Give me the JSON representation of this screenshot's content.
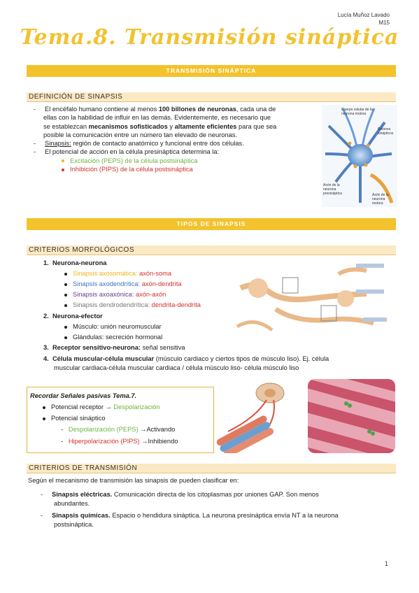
{
  "header": {
    "author": "Lucía Muñoz Lavado",
    "group": "M15"
  },
  "title": "Tema.8. Transmisión sináptica",
  "banner1": "TRANSMISIÓN SINÁPTICA",
  "def": {
    "heading": "DEFINICIÓN DE SINAPSIS",
    "p1": [
      "El encéfalo humano contiene al menos ",
      "100 billones de neuronas",
      ", cada una de"
    ],
    "p1b": "ellas con la habilidad de influir en las demás. Evidentemente, es necesario que",
    "p1c": [
      "se establezcan ",
      "mecanismos sofisticados",
      " y ",
      "altamente eficientes",
      " para que sea"
    ],
    "p1d": "posible la comunicación entre un número tan elevado de neuronas.",
    "p2": [
      "Sinapsis:",
      " región de contacto anatómico y funcional entre dos células."
    ],
    "p3": "El potencial de acción en la célula presináptica determina la:",
    "b1": "Excitación (PEPS) de la célula postsináptica",
    "b2": "Inhibición (PIPS) de la célula postsináptica",
    "img_labels": {
      "l1": "Cuerpo celular de la neurona motora",
      "l2": "Botones sinápticos",
      "l3": "Axón de la neurona presináptica",
      "l4": "Axón de la neurona motora"
    }
  },
  "banner2": "TIPOS DE SINAPSIS",
  "morf": {
    "heading": "CRITERIOS MORFOLÓGICOS",
    "n1": "1.",
    "t1": "Neurona-neurona",
    "s1a": "Sinapsis axosomática: ",
    "s1b": "axón-soma",
    "s2a": "Sinapsis axodendrítica: ",
    "s2b": "axón-dendrita",
    "s3a": "Sinapsis axoaxónica: ",
    "s3b": "axón-axón",
    "s4a": "Sinapsis dendrodendrítica: ",
    "s4b": "dendrita-dendrita",
    "n2": "2.",
    "t2": "Neurona-efector",
    "e1": "Músculo: unión neuromuscular",
    "e2": "Glándulas: secreción hormonal",
    "n3": "3.",
    "t3": "Receptor sensitivo-neurona:",
    "t3b": " señal sensitiva",
    "n4": "4.",
    "t4": "Célula muscular-célula muscular",
    "t4b": " (músculo cardiaco y ciertos tipos de músculo liso). Ej. célula",
    "t4c": "muscular cardiaca-célula muscular cardiaca / célula músculo liso- célula músculo liso"
  },
  "recordar": {
    "title": "Recordar Señales pasivas Tema.7.",
    "r1a": "Potencial receptor → ",
    "r1b": "Despolarización",
    "r2": "Potencial sináptico",
    "r3a": "Despolarización (PEPS) ",
    "r3b": "→Activando",
    "r4a": "Hiperpolarización (PIPS) ",
    "r4b": "→Inhibiendo"
  },
  "trans": {
    "heading": "CRITERIOS DE TRANSMISIÓN",
    "intro": "Según el mecanismo de transmisión las sinapsis de pueden clasificar en:",
    "e1a": "Sinapsis eléctricas.",
    "e1b": " Comunicación directa de los citoplasmas por uniones GAP. Son menos",
    "e1c": "abundantes.",
    "e2a": "Sinapsis químicas.",
    "e2b": " Espacio o hendidura sináptica. La neurona presináptica envía NT a la neurona",
    "e2c": "postsináptica."
  },
  "page": "1",
  "colors": {
    "accent": "#f3c22c",
    "section_bg": "#fbe9c4"
  }
}
